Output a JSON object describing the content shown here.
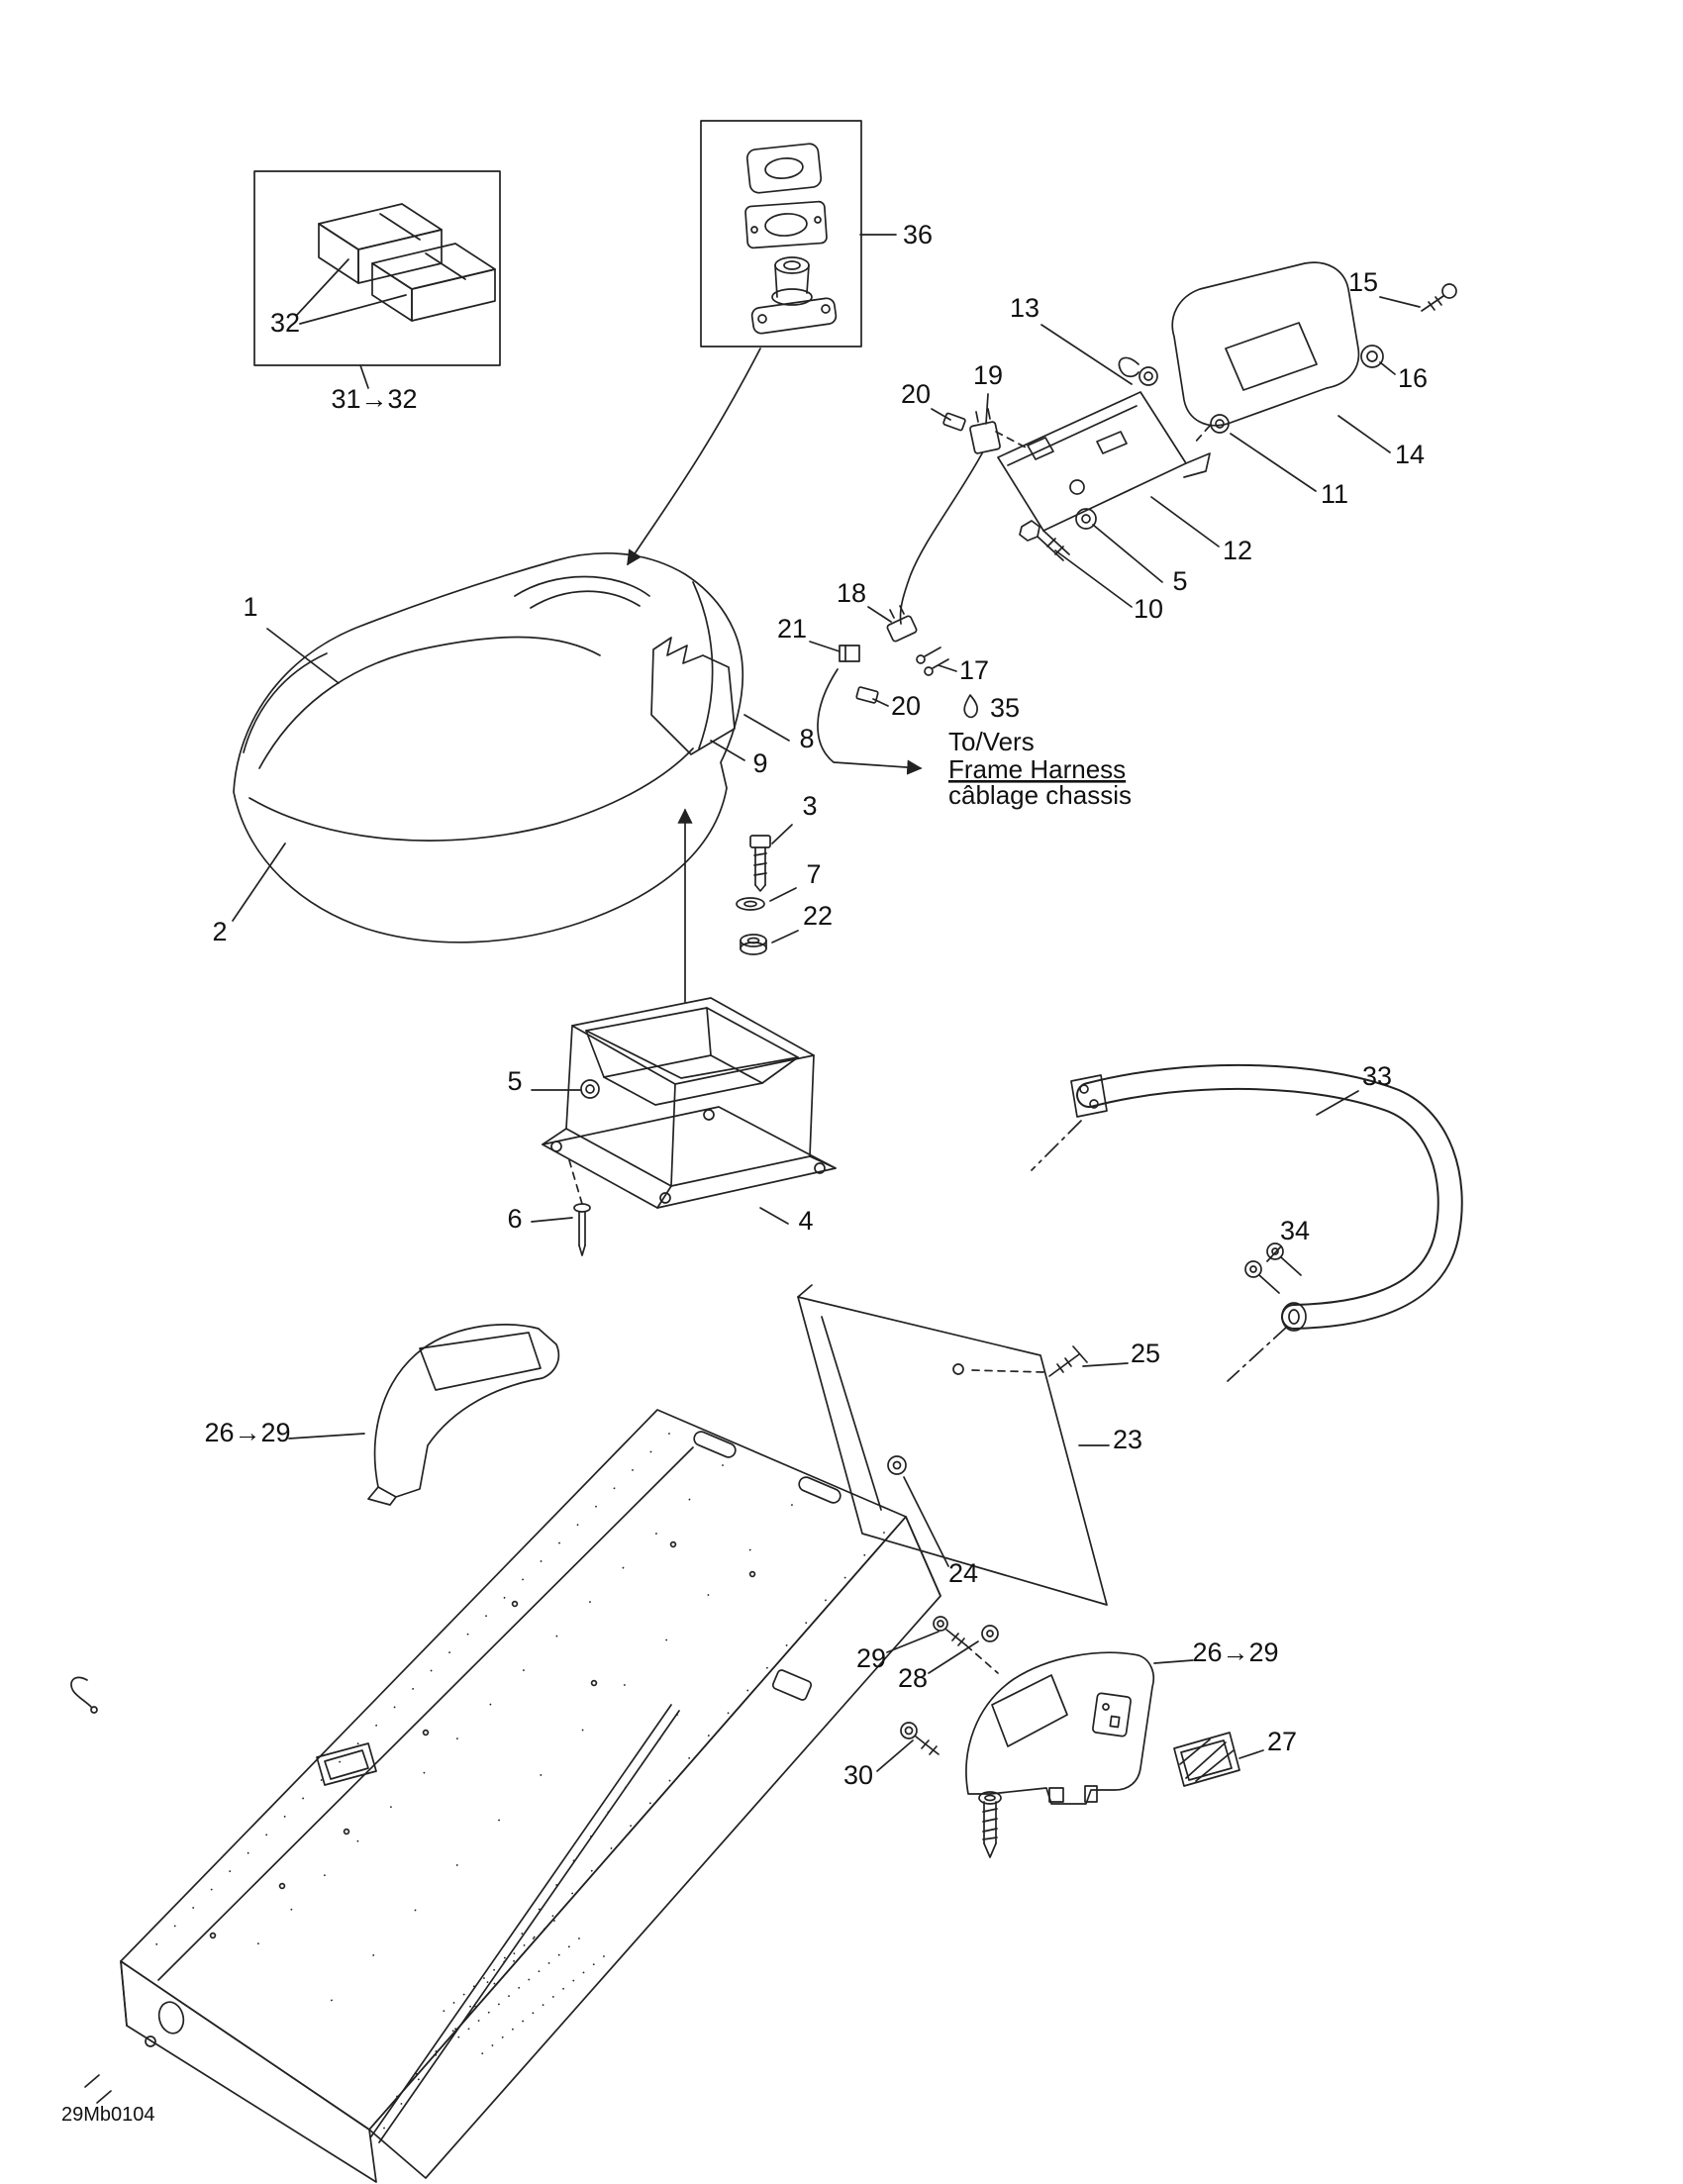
{
  "colors": {
    "ink": "#1a1a1a",
    "background": "#ffffff"
  },
  "callouts": {
    "c1": "1",
    "c2": "2",
    "c3": "3",
    "c4": "4",
    "c5a": "5",
    "c5b": "5",
    "c6": "6",
    "c7": "7",
    "c8": "8",
    "c9": "9",
    "c10": "10",
    "c11": "11",
    "c12": "12",
    "c13": "13",
    "c14": "14",
    "c15": "15",
    "c16": "16",
    "c17": "17",
    "c18": "18",
    "c19": "19",
    "c20a": "20",
    "c20b": "20",
    "c21": "21",
    "c22": "22",
    "c23": "23",
    "c24": "24",
    "c25": "25",
    "c26_29_left": "26→29",
    "c26_29_right": "26→29",
    "c27": "27",
    "c28": "28",
    "c29": "29",
    "c30": "30",
    "c31_32": "31→32",
    "c32": "32",
    "c33": "33",
    "c34": "34",
    "c35": "35",
    "c36": "36"
  },
  "notes": {
    "to_vers": "To/Vers",
    "frame_harness": "Frame Harness",
    "cablage_chassis": "câblage chassis",
    "drawing_code": "29Mb0104"
  }
}
